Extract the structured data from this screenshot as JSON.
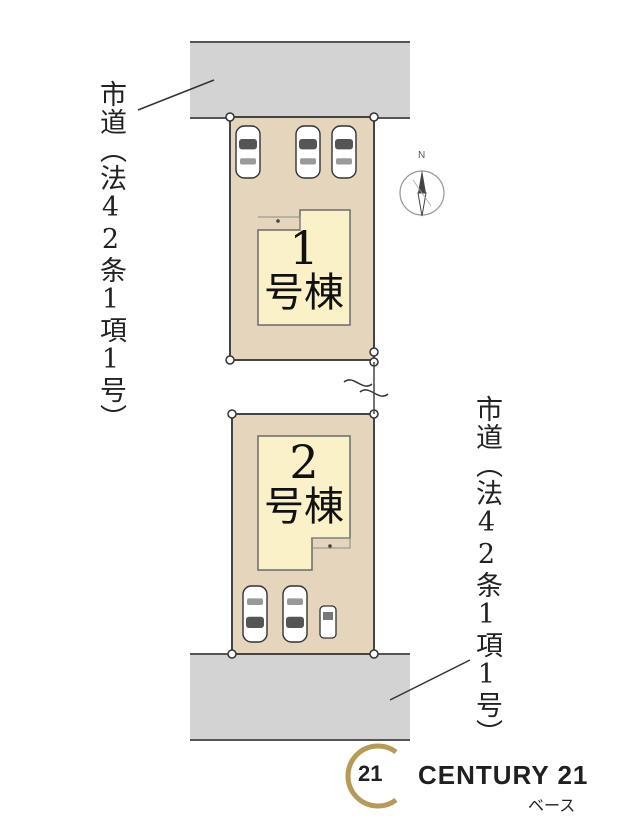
{
  "road_north_label": "市道（法42条1項1号）",
  "road_south_label": "市道（法42条1項1号）",
  "building1": {
    "number": "1",
    "label": "号棟"
  },
  "building2": {
    "number": "2",
    "label": "号棟"
  },
  "compass": {
    "north_label": "N",
    "icon": "compass-north-arrow-icon"
  },
  "logo": {
    "badge": "21",
    "name": "CENTURY 21",
    "subtitle": "ベース"
  },
  "colors": {
    "lot": "#e5d5bc",
    "building_footprint": "#fbf1c8",
    "road": "#d3d3d3",
    "outline": "#555555",
    "logo_gold": "#b69a55"
  }
}
